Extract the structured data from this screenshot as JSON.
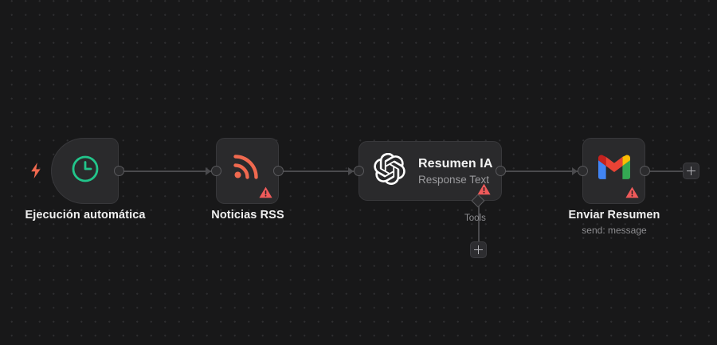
{
  "canvas": {
    "background_color": "#181819",
    "grid_dot_color": "#2e2e30"
  },
  "palette": {
    "node_background": "#2a2a2c",
    "node_border": "#38383b",
    "edge_color": "#4a4a4d",
    "accent_green": "#22c58b",
    "accent_orange": "#f0694f",
    "warning_red": "#ef5a5a",
    "text_primary": "#f0f0f0",
    "text_secondary": "#8e8e91"
  },
  "trigger_marker": {
    "icon": "lightning-bolt-icon",
    "color": "#f0694f"
  },
  "nodes": [
    {
      "id": "schedule-trigger",
      "icon": "clock-icon",
      "icon_color": "#22c58b",
      "label": "Ejecución automática",
      "sublabel": "",
      "has_warning": false,
      "shape": "trigger"
    },
    {
      "id": "rss-read",
      "icon": "rss-icon",
      "icon_color": "#f0694f",
      "label": "Noticias RSS",
      "sublabel": "",
      "has_warning": true,
      "shape": "square"
    },
    {
      "id": "openai-summary",
      "icon": "openai-icon",
      "icon_color": "#ffffff",
      "label": "Resumen IA",
      "sublabel": "Response Text",
      "has_warning": true,
      "shape": "wide",
      "sub_connector": {
        "label": "Tools",
        "add_button": "+"
      }
    },
    {
      "id": "gmail-send",
      "icon": "gmail-icon",
      "icon_color": "#ea4335",
      "label": "Enviar Resumen",
      "sublabel": "send: message",
      "has_warning": true,
      "shape": "square"
    }
  ],
  "add_node_button": {
    "name": "add-node-button",
    "label": "+"
  },
  "warning_icon": {
    "name": "warning-triangle-icon",
    "title": "Issues"
  }
}
